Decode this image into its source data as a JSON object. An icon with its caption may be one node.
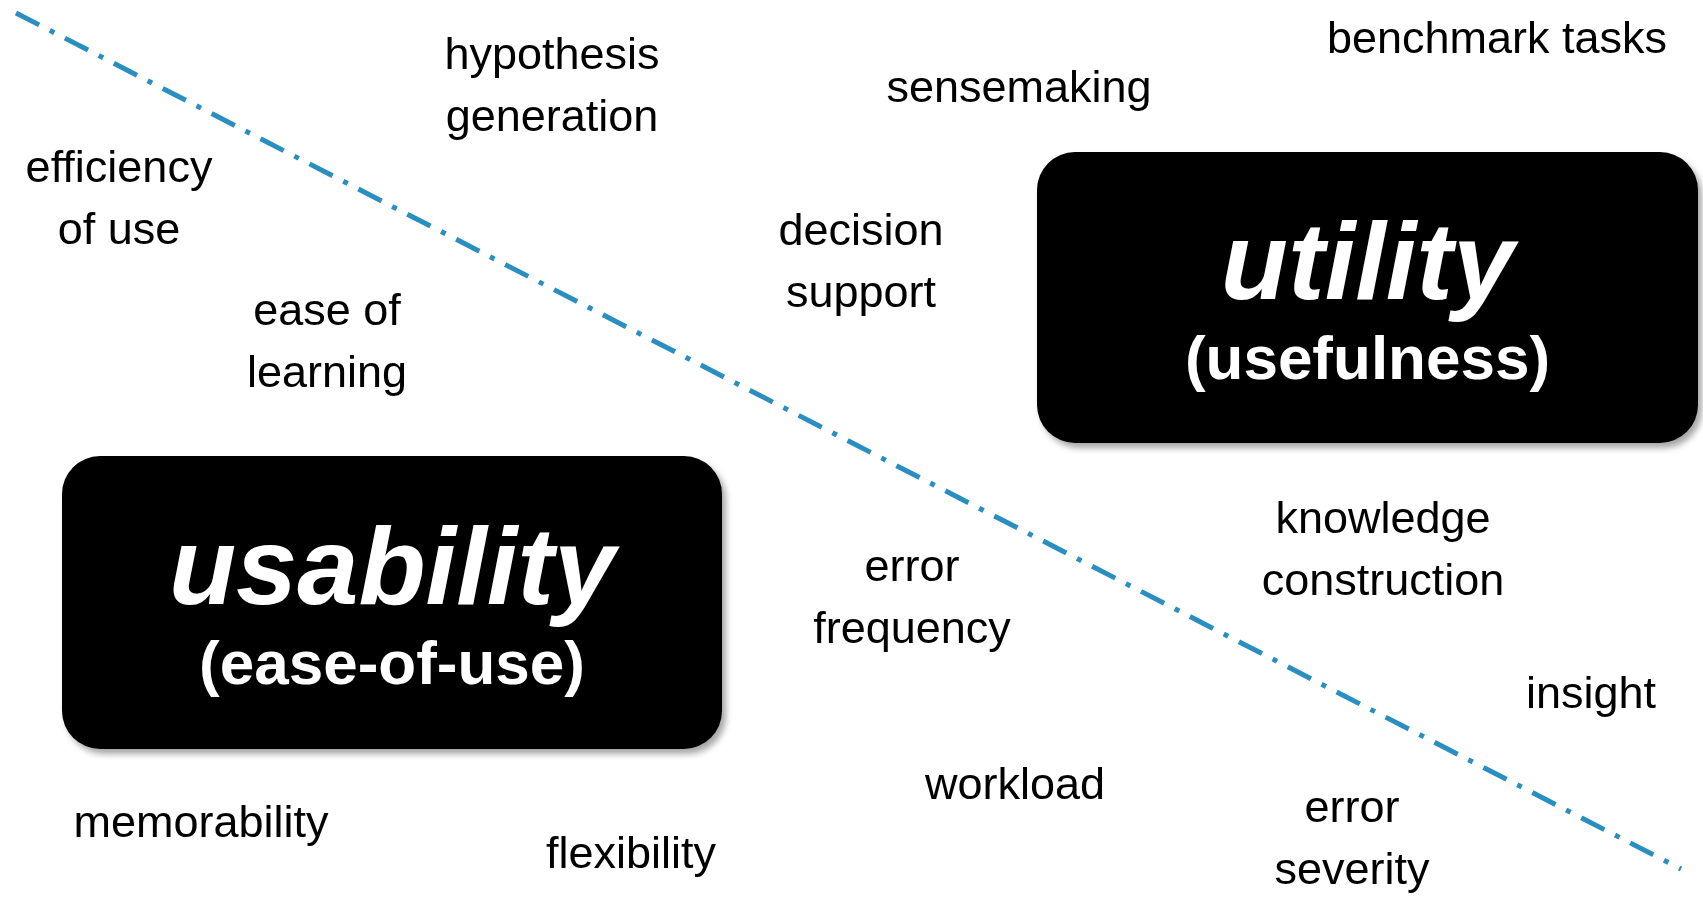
{
  "diagram": {
    "nodes": [
      {
        "text": [
          "utility",
          "(usefulness)"
        ]
      },
      {
        "text": [
          "usability",
          "(ease-of-use)"
        ]
      }
    ],
    "labels": [
      "benchmark tasks",
      "hypothesis generation",
      "sensemaking",
      "efficiency of use",
      "decision support",
      "ease of learning",
      "knowledge construction",
      "error frequency",
      "insight",
      "workload",
      "memorability",
      "error severity",
      "flexibility"
    ]
  }
}
